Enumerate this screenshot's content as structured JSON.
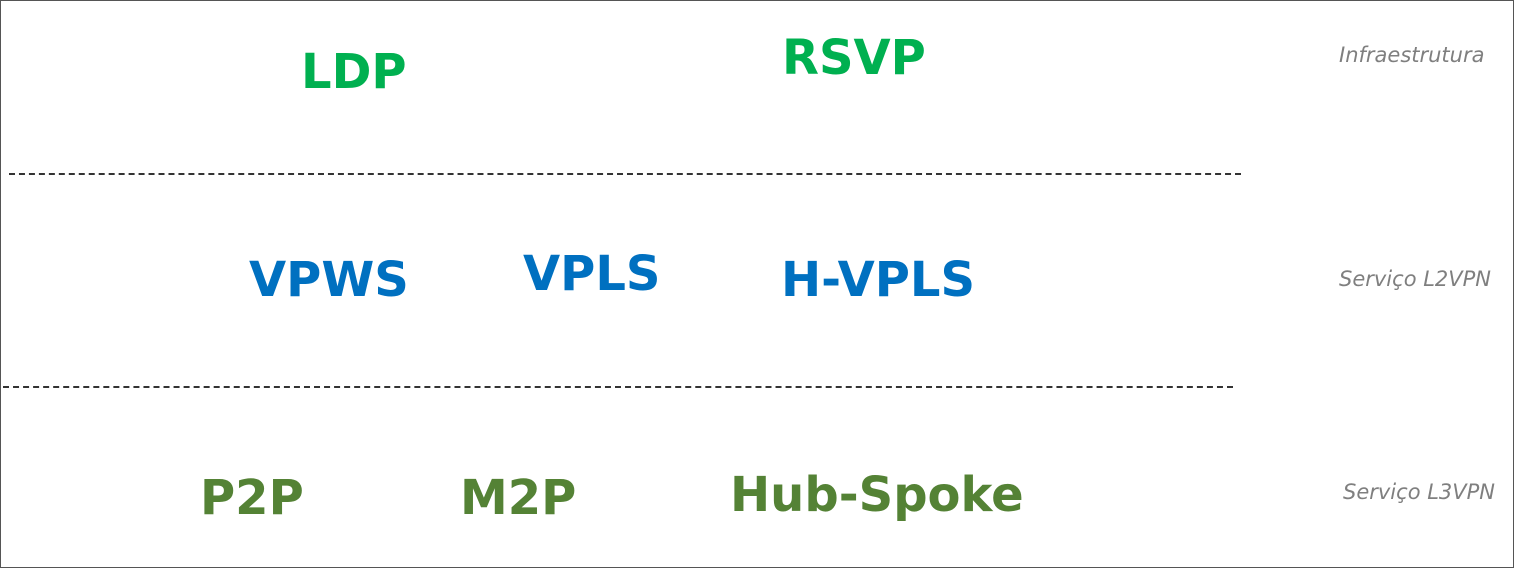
{
  "colors": {
    "infrastructure": "#00b050",
    "l2vpn": "#0070c0",
    "l3vpn": "#548235",
    "layer_label": "#7f7f7f",
    "separator": "#333333"
  },
  "layers": {
    "infrastructure": {
      "label": "Infraestrutura",
      "items": [
        "LDP",
        "RSVP"
      ]
    },
    "l2vpn": {
      "label": "Serviço L2VPN",
      "items": [
        "VPWS",
        "VPLS",
        "H-VPLS"
      ]
    },
    "l3vpn": {
      "label": "Serviço L3VPN",
      "items": [
        "P2P",
        "M2P",
        "Hub-Spoke"
      ]
    }
  }
}
